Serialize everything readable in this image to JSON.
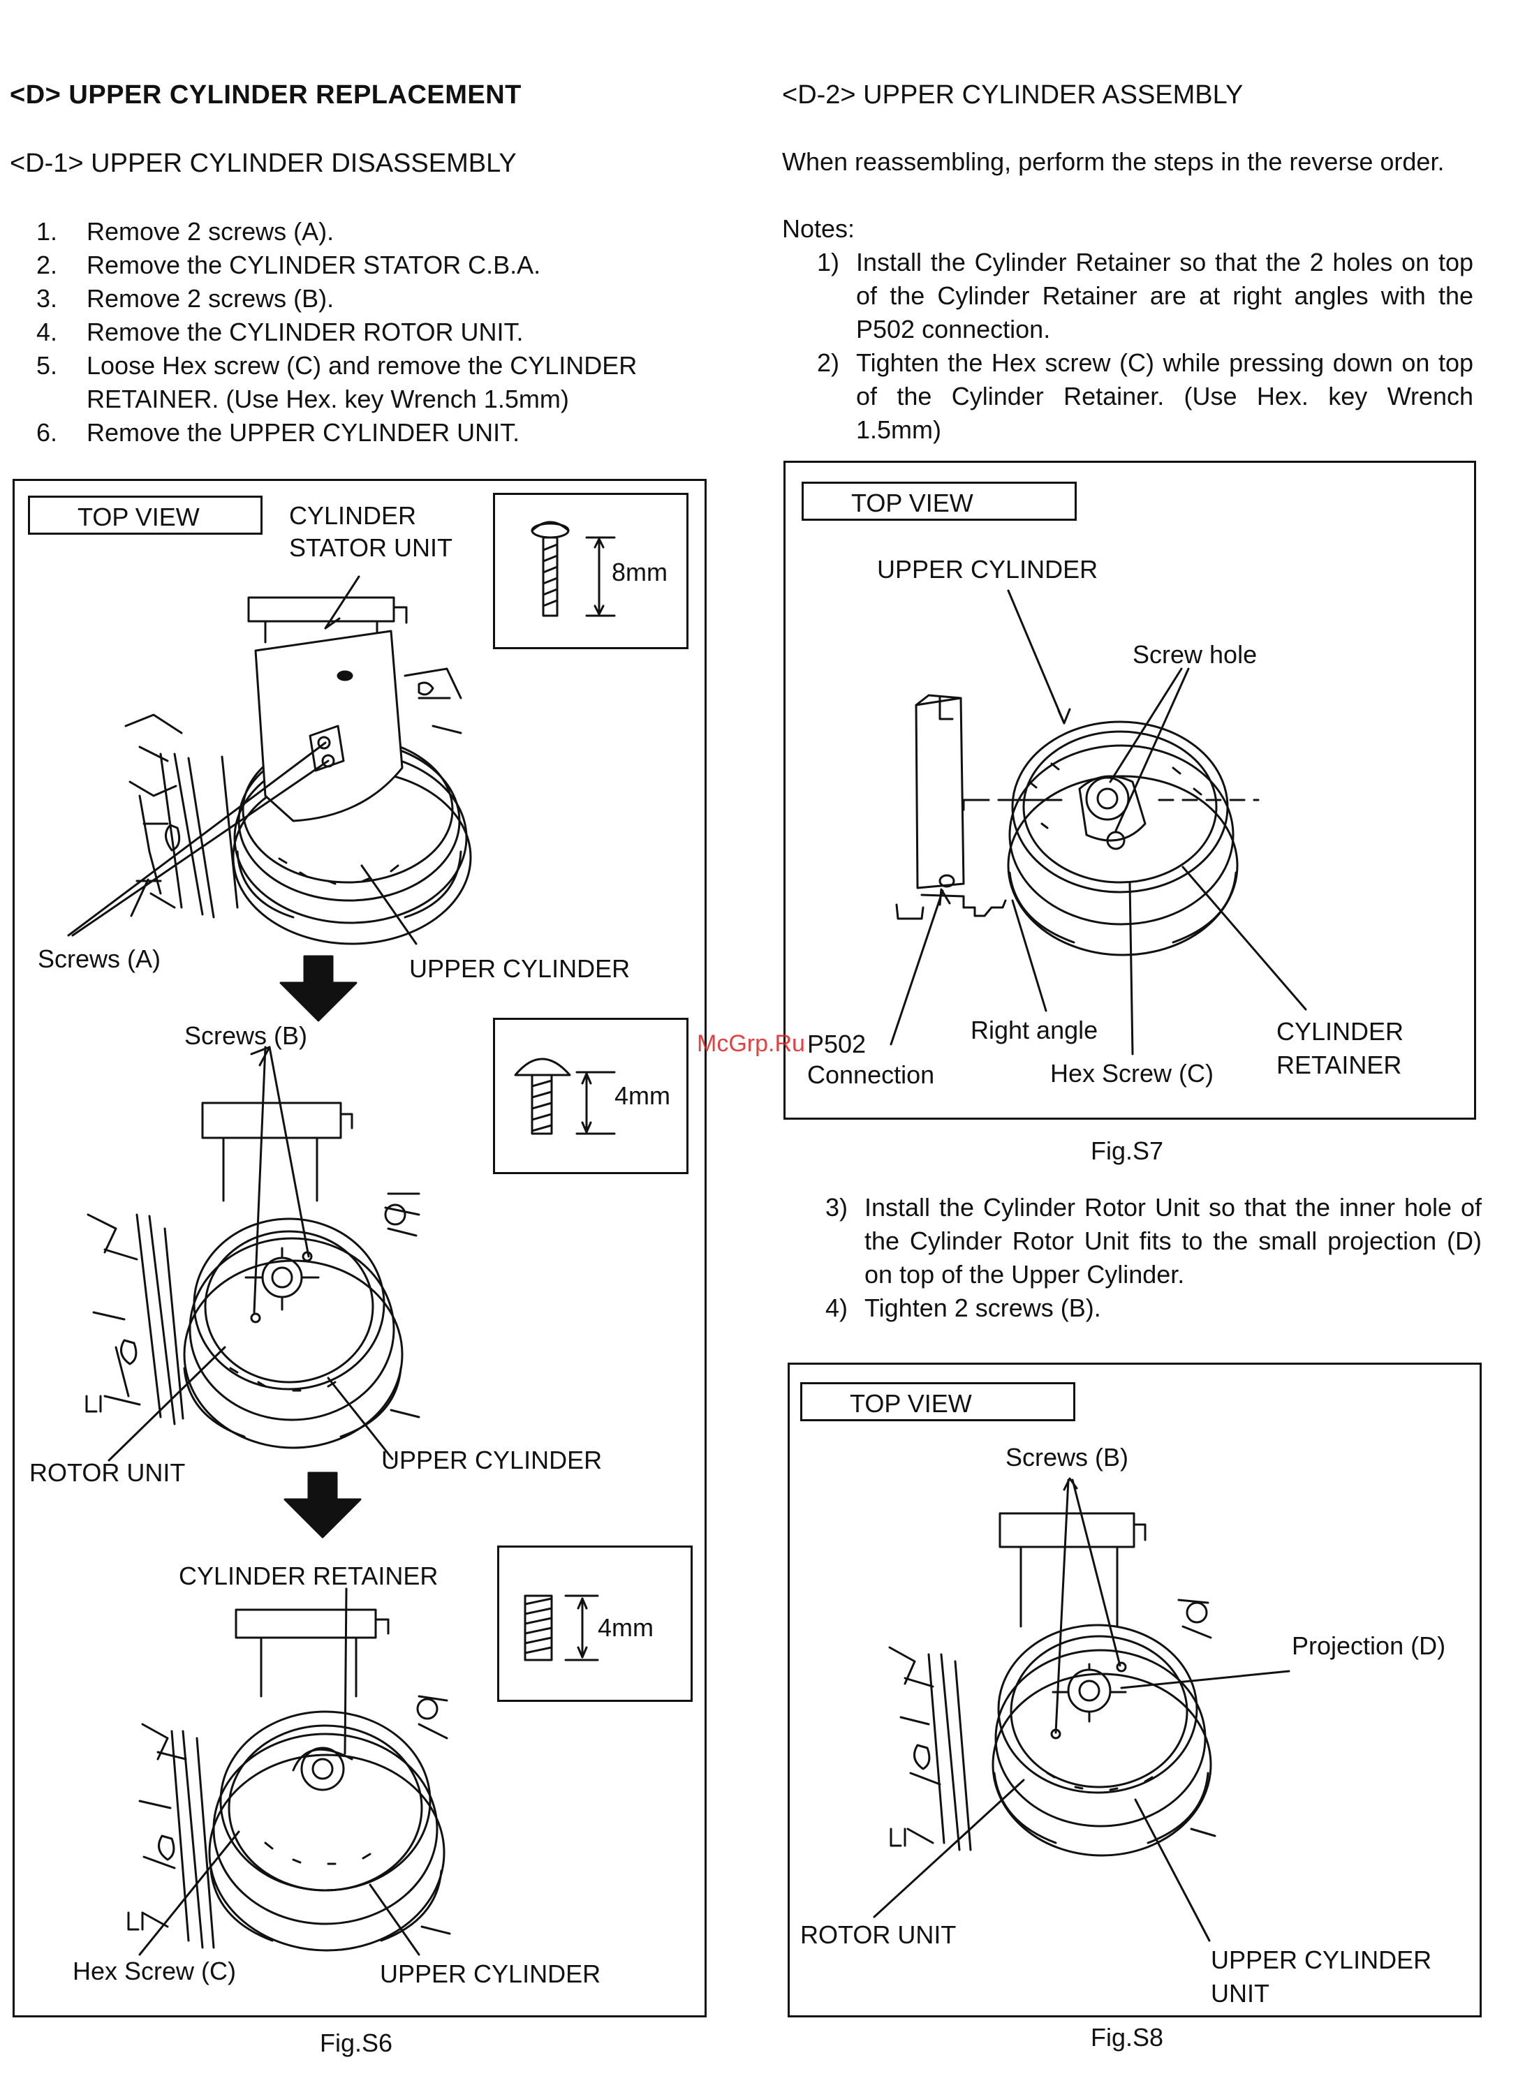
{
  "left": {
    "title": "<D> UPPER CYLINDER REPLACEMENT",
    "subtitle": "<D-1> UPPER CYLINDER DISASSEMBLY",
    "steps": [
      {
        "num": "1.",
        "text": "Remove 2 screws (A)."
      },
      {
        "num": "2.",
        "text": "Remove the CYLINDER STATOR C.B.A."
      },
      {
        "num": "3.",
        "text": "Remove 2 screws (B)."
      },
      {
        "num": "4.",
        "text": "Remove the CYLINDER ROTOR UNIT."
      },
      {
        "num": "5.",
        "text": "Loose Hex screw (C) and remove the CYLINDER RETAINER. (Use Hex. key Wrench 1.5mm)"
      },
      {
        "num": "6.",
        "text": "Remove the UPPER CYLINDER UNIT."
      }
    ]
  },
  "right": {
    "subtitle": "<D-2> UPPER CYLINDER ASSEMBLY",
    "intro": "When reassembling, perform the steps in the reverse order.",
    "notes_label": "Notes:",
    "notes": [
      {
        "num": "1)",
        "text": "Install the Cylinder Retainer so that the 2 holes on top of the Cylinder Retainer are at right angles with the P502 connection."
      },
      {
        "num": "2)",
        "text": "Tighten the Hex screw (C) while pressing down on top of the Cylinder Retainer. (Use Hex. key Wrench 1.5mm)"
      }
    ],
    "notes2": [
      {
        "num": "3)",
        "text": "Install the Cylinder Rotor Unit so that the inner hole of the Cylinder Rotor Unit fits to the small projection (D) on top of the Upper Cylinder."
      },
      {
        "num": "4)",
        "text": "Tighten 2 screws (B)."
      }
    ]
  },
  "fig_s6": {
    "caption": "Fig.S6",
    "top_view": "TOP VIEW",
    "stator_label": "CYLINDER STATOR UNIT",
    "screw_a_size": "8mm",
    "screws_a": "Screws (A)",
    "upper_cylinder_1": "UPPER CYLINDER",
    "screws_b": "Screws (B)",
    "screw_b_size": "4mm",
    "rotor_unit": "ROTOR UNIT",
    "upper_cylinder_2": "UPPER CYLINDER",
    "cylinder_retainer": "CYLINDER RETAINER",
    "screw_c_size": "4mm",
    "hex_screw": "Hex Screw (C)",
    "upper_cylinder_3": "UPPER CYLINDER"
  },
  "fig_s7": {
    "caption": "Fig.S7",
    "top_view": "TOP VIEW",
    "upper_cylinder": "UPPER CYLINDER",
    "screw_hole": "Screw hole",
    "p502_connection": "P502 Connection",
    "right_angle": "Right angle",
    "hex_screw": "Hex Screw (C)",
    "cylinder_retainer": "CYLINDER RETAINER"
  },
  "fig_s8": {
    "caption": "Fig.S8",
    "top_view": "TOP VIEW",
    "screws_b": "Screws (B)",
    "projection": "Projection (D)",
    "rotor_unit": "ROTOR UNIT",
    "upper_cylinder_unit": "UPPER CYLINDER UNIT"
  },
  "watermark": "McGrp.Ru"
}
